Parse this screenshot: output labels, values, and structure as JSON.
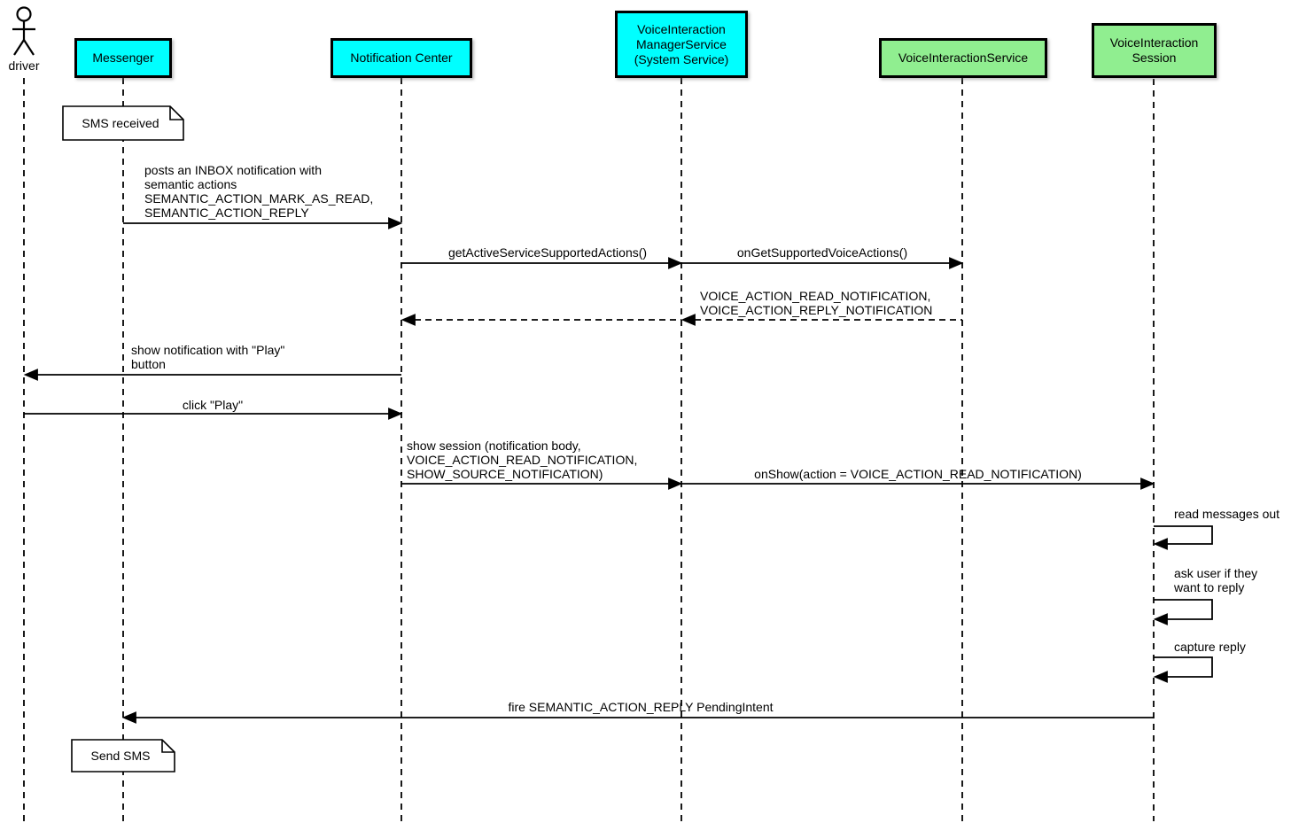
{
  "colors": {
    "system_box": "#00ffff",
    "service_box": "#90ee90",
    "line": "#000000",
    "background": "#ffffff"
  },
  "participants": [
    {
      "id": "driver",
      "kind": "actor",
      "label": "driver"
    },
    {
      "id": "messenger",
      "kind": "box",
      "color": "#00ffff",
      "label": "Messenger"
    },
    {
      "id": "notification-center",
      "kind": "box",
      "color": "#00ffff",
      "label": "Notification Center"
    },
    {
      "id": "voice-interaction-manager-service",
      "kind": "box",
      "color": "#00ffff",
      "label": "VoiceInteraction\nManagerService\n(System Service)"
    },
    {
      "id": "voice-interaction-service",
      "kind": "box",
      "color": "#90ee90",
      "label": "VoiceInteractionService"
    },
    {
      "id": "voice-interaction-session",
      "kind": "box",
      "color": "#90ee90",
      "label": "VoiceInteraction\nSession"
    }
  ],
  "notes": [
    {
      "attached_to": "messenger",
      "label": "SMS received"
    },
    {
      "attached_to": "messenger",
      "label": "Send SMS"
    }
  ],
  "messages": [
    {
      "from": "messenger",
      "to": "notification-center",
      "style": "solid",
      "label": "posts an INBOX notification with\nsemantic actions\nSEMANTIC_ACTION_MARK_AS_READ,\nSEMANTIC_ACTION_REPLY"
    },
    {
      "from": "notification-center",
      "to": "voice-interaction-manager-service",
      "style": "solid",
      "label": "getActiveServiceSupportedActions()"
    },
    {
      "from": "voice-interaction-manager-service",
      "to": "voice-interaction-service",
      "style": "solid",
      "label": "onGetSupportedVoiceActions()"
    },
    {
      "from": "voice-interaction-service",
      "to": "voice-interaction-manager-service",
      "style": "dashed",
      "label": "VOICE_ACTION_READ_NOTIFICATION,\nVOICE_ACTION_REPLY_NOTIFICATION"
    },
    {
      "from": "voice-interaction-manager-service",
      "to": "notification-center",
      "style": "dashed",
      "label": ""
    },
    {
      "from": "notification-center",
      "to": "driver",
      "style": "solid",
      "label": "show notification with \"Play\"\nbutton"
    },
    {
      "from": "driver",
      "to": "notification-center",
      "style": "solid",
      "label": "click \"Play\""
    },
    {
      "from": "notification-center",
      "to": "voice-interaction-manager-service",
      "style": "solid",
      "label": "show session (notification body,\nVOICE_ACTION_READ_NOTIFICATION,\nSHOW_SOURCE_NOTIFICATION)"
    },
    {
      "from": "voice-interaction-manager-service",
      "to": "voice-interaction-session",
      "style": "solid",
      "label": "onShow(action = VOICE_ACTION_READ_NOTIFICATION)"
    },
    {
      "from": "voice-interaction-session",
      "to": "voice-interaction-session",
      "style": "self",
      "label": "read messages out"
    },
    {
      "from": "voice-interaction-session",
      "to": "voice-interaction-session",
      "style": "self",
      "label": "ask user if they\nwant to reply"
    },
    {
      "from": "voice-interaction-session",
      "to": "voice-interaction-session",
      "style": "self",
      "label": "capture reply"
    },
    {
      "from": "voice-interaction-session",
      "to": "messenger",
      "style": "solid",
      "label": "fire SEMANTIC_ACTION_REPLY PendingIntent"
    }
  ]
}
